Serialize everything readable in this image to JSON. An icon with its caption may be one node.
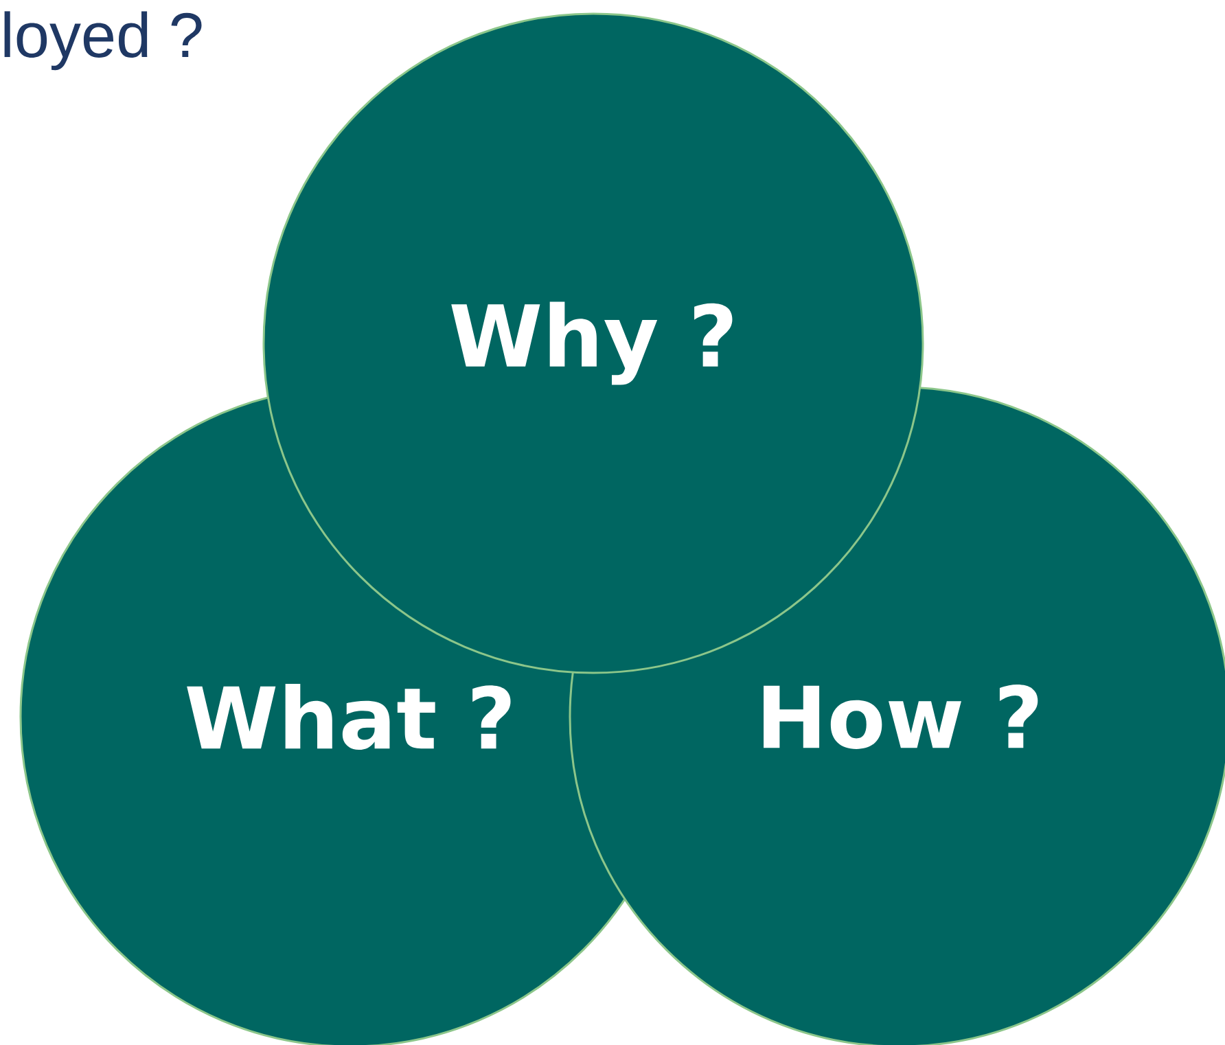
{
  "diagram": {
    "title": "loyed ?",
    "nodes": [
      {
        "text": [
          "Why ?"
        ]
      },
      {
        "text": [
          "What ?"
        ]
      },
      {
        "text": [
          "How ?"
        ]
      }
    ]
  }
}
